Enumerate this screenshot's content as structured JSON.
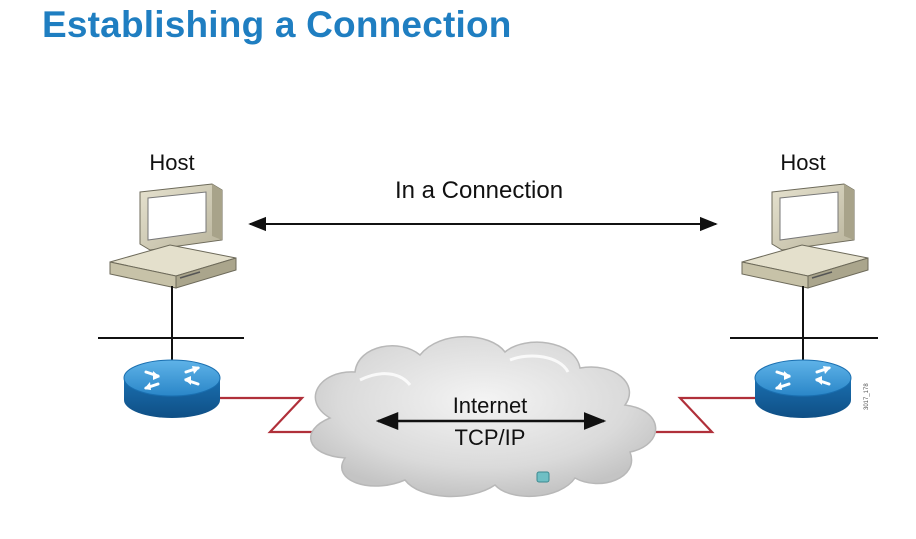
{
  "title": "Establishing a Connection",
  "left_host": {
    "label": "Host"
  },
  "right_host": {
    "label": "Host"
  },
  "connection_label": "In a Connection",
  "cloud": {
    "line1": "Internet",
    "line2": "TCP/IP"
  },
  "side_code": "3017_178",
  "colors": {
    "title": "#1f7ec1",
    "router": "#1b75b8",
    "wan_link": "#b0303a",
    "cloud": "#dcdcdc"
  }
}
